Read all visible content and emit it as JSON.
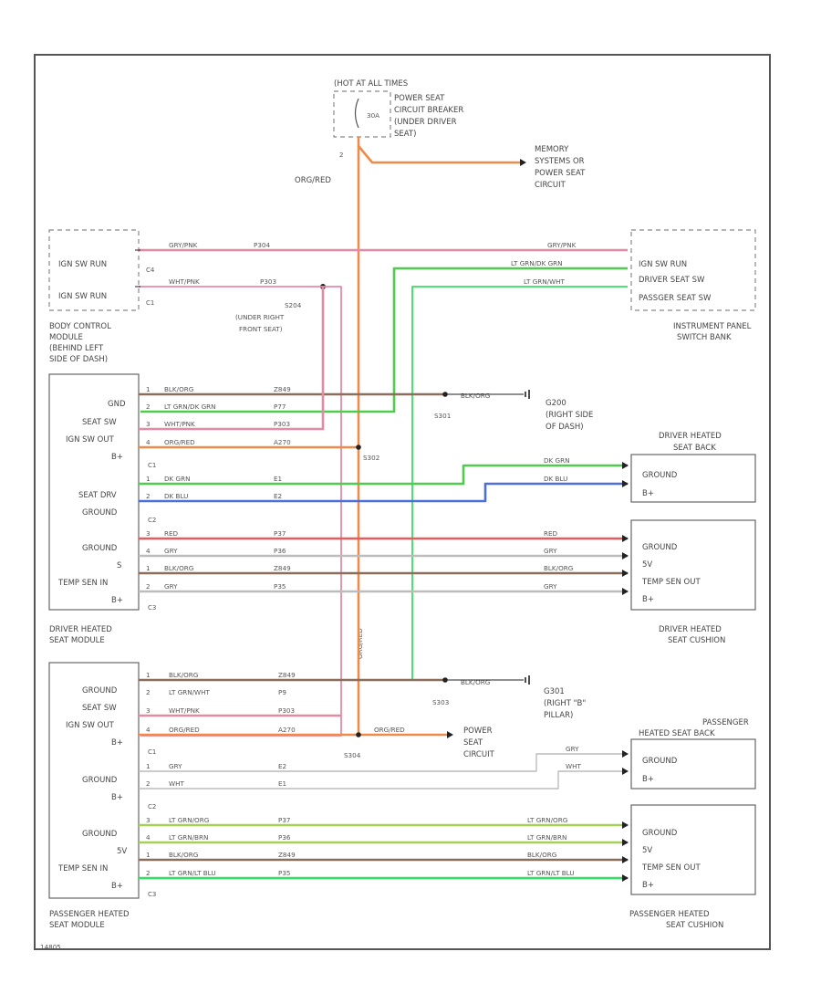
{
  "colors": {
    "pink": "#e58aa5",
    "green": "#4dcc4d",
    "brightgreen": "#34e060",
    "orange": "#f08a4a",
    "brown": "#8a6d5a",
    "blue": "#4b6fd6",
    "red": "#e65b5b",
    "gray": "#bcbcbc",
    "ltgreen": "#a7cf58",
    "black": "#222222"
  },
  "fuse": {
    "title": "(HOT AT ALL TIMES",
    "rating": "30A",
    "lines": [
      "POWER SEAT",
      "CIRCUIT BREAKER",
      "(UNDER DRIVER",
      "SEAT)"
    ],
    "pin": "2"
  },
  "memory_dest": [
    "MEMORY",
    "SYSTEMS OR",
    "POWER SEAT",
    "CIRCUIT"
  ],
  "vertical_wire_label": "ORG/RED",
  "vertical_wire_label2": "ORG/RED",
  "s204": [
    "S204",
    "(UNDER RIGHT",
    "FRONT SEAT)"
  ],
  "bcm": {
    "rows": [
      "IGN SW RUN",
      "IGN SW RUN"
    ],
    "conns": [
      "C4",
      "C1"
    ],
    "caption": [
      "BODY CONTROL",
      "MODULE",
      "(BEHIND LEFT",
      "SIDE OF DASH)"
    ]
  },
  "ipsw": {
    "rows": [
      "IGN SW RUN",
      "DRIVER SEAT SW",
      "PASSGER SEAT SW"
    ],
    "caption": [
      "INSTRUMENT PANEL",
      "SWITCH BANK"
    ]
  },
  "top_wires": {
    "w1": {
      "left": "GRY/PNK",
      "circuit": "P304",
      "right": "GRY/PNK"
    },
    "w2": {
      "left": "WHT/PNK",
      "circuit": "P303"
    },
    "w3": {
      "right": "LT GRN/DK GRN"
    },
    "w4": {
      "right": "LT GRN/WHT"
    }
  },
  "driver_module": {
    "labels": [
      "GND",
      "SEAT SW",
      "IGN SW OUT",
      "B+",
      "SEAT DRV",
      "GROUND",
      "GROUND",
      "S",
      "TEMP SEN IN",
      "B+"
    ],
    "conns": [
      "C1",
      "C2",
      "C3"
    ],
    "caption": [
      "DRIVER HEATED",
      "SEAT MODULE"
    ]
  },
  "driver_rows": [
    {
      "left": "BLK/ORG",
      "circuit": "Z849"
    },
    {
      "left": "LT GRN/DK GRN",
      "circuit": "P77"
    },
    {
      "left": "WHT/PNK",
      "circuit": "P303"
    },
    {
      "left": "ORG/RED",
      "circuit": "A270"
    },
    {
      "left": "DK GRN",
      "circuit": "E1",
      "right": "DK GRN"
    },
    {
      "left": "DK BLU",
      "circuit": "E2",
      "right": "DK BLU"
    },
    {
      "left": "RED",
      "circuit": "P37",
      "right": "RED"
    },
    {
      "left": "GRY",
      "circuit": "P36",
      "right": "GRY"
    },
    {
      "left": "BLK/ORG",
      "circuit": "Z849",
      "right": "BLK/ORG"
    },
    {
      "left": "GRY",
      "circuit": "P35",
      "right": "GRY"
    }
  ],
  "s301": "S301",
  "s302": "S302",
  "g200": {
    "wire": "BLK/ORG",
    "lines": [
      "G200",
      "(RIGHT SIDE",
      "OF DASH)"
    ]
  },
  "driver_back": {
    "title": [
      "DRIVER HEATED",
      "SEAT BACK"
    ],
    "labels": [
      "GROUND",
      "B+"
    ]
  },
  "driver_cushion": {
    "labels": [
      "GROUND",
      "5V",
      "TEMP SEN OUT",
      "B+"
    ],
    "caption": [
      "DRIVER HEATED",
      "SEAT CUSHION"
    ]
  },
  "pass_module": {
    "labels": [
      "GROUND",
      "SEAT SW",
      "IGN SW OUT",
      "B+",
      "GROUND",
      "B+",
      "GROUND",
      "5V",
      "TEMP SEN IN",
      "B+"
    ],
    "conns": [
      "C1",
      "C2",
      "C3"
    ],
    "caption": [
      "PASSENGER HEATED",
      "SEAT MODULE"
    ]
  },
  "pass_rows": [
    {
      "left": "BLK/ORG",
      "circuit": "Z849"
    },
    {
      "left": "LT GRN/WHT",
      "circuit": "P9"
    },
    {
      "left": "WHT/PNK",
      "circuit": "P303"
    },
    {
      "left": "ORG/RED",
      "circuit": "A270",
      "right": "ORG/RED"
    },
    {
      "left": "GRY",
      "circuit": "E2",
      "right": "GRY"
    },
    {
      "left": "WHT",
      "circuit": "E1",
      "right": "WHT"
    },
    {
      "left": "LT GRN/ORG",
      "circuit": "P37",
      "right": "LT GRN/ORG"
    },
    {
      "left": "LT GRN/BRN",
      "circuit": "P36",
      "right": "LT GRN/BRN"
    },
    {
      "left": "BLK/ORG",
      "circuit": "Z849",
      "right": "BLK/ORG"
    },
    {
      "left": "LT GRN/LT BLU",
      "circuit": "P35",
      "right": "LT GRN/LT BLU"
    }
  ],
  "s303": "S303",
  "s304": "S304",
  "g301": {
    "wire": "BLK/ORG",
    "lines": [
      "G301",
      "(RIGHT \"B\"",
      "PILLAR)"
    ]
  },
  "power_seat": [
    "POWER",
    "SEAT",
    "CIRCUIT"
  ],
  "pass_back": {
    "title": [
      "PASSENGER",
      "HEATED SEAT BACK"
    ],
    "labels": [
      "GROUND",
      "B+"
    ]
  },
  "pass_cushion": {
    "labels": [
      "GROUND",
      "5V",
      "TEMP SEN OUT",
      "B+"
    ],
    "caption": [
      "PASSENGER HEATED",
      "SEAT CUSHION"
    ]
  },
  "footer_code": "14805"
}
